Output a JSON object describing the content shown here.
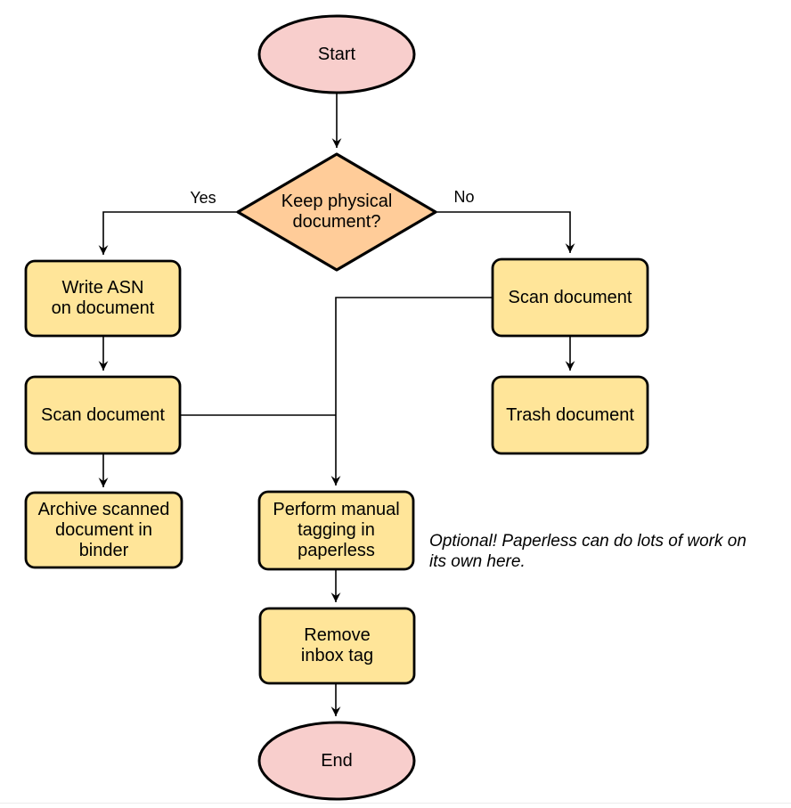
{
  "diagram": {
    "type": "flowchart",
    "colors": {
      "terminal_fill": "#f8cecc",
      "decision_fill": "#ffcc99",
      "process_fill": "#ffe599",
      "stroke": "#000000",
      "bottom_rule": "#ececec"
    },
    "nodes": {
      "start": {
        "label": "Start",
        "shape": "ellipse"
      },
      "decision": {
        "label": "Keep physical\ndocument?",
        "shape": "diamond"
      },
      "write_asn": {
        "label": "Write ASN\non document",
        "shape": "rect"
      },
      "scan_left": {
        "label": "Scan document",
        "shape": "rect"
      },
      "archive": {
        "label": "Archive scanned\ndocument in\nbinder",
        "shape": "rect"
      },
      "scan_right": {
        "label": "Scan document",
        "shape": "rect"
      },
      "trash": {
        "label": "Trash document",
        "shape": "rect"
      },
      "tagging": {
        "label": "Perform manual\ntagging in\npaperless",
        "shape": "rect"
      },
      "remove_inbox": {
        "label": "Remove\ninbox tag",
        "shape": "rect"
      },
      "end": {
        "label": "End",
        "shape": "ellipse"
      }
    },
    "edge_labels": {
      "yes": "Yes",
      "no": "No"
    },
    "edges": [
      "start -> decision",
      "decision -> write_asn [Yes]",
      "decision -> scan_right [No]",
      "write_asn -> scan_left",
      "scan_left -> archive",
      "scan_left -> tagging",
      "scan_right -> trash",
      "scan_right -> tagging",
      "tagging -> remove_inbox",
      "remove_inbox -> end"
    ],
    "annotation": "Optional! Paperless can do lots of work on\nits own here."
  }
}
